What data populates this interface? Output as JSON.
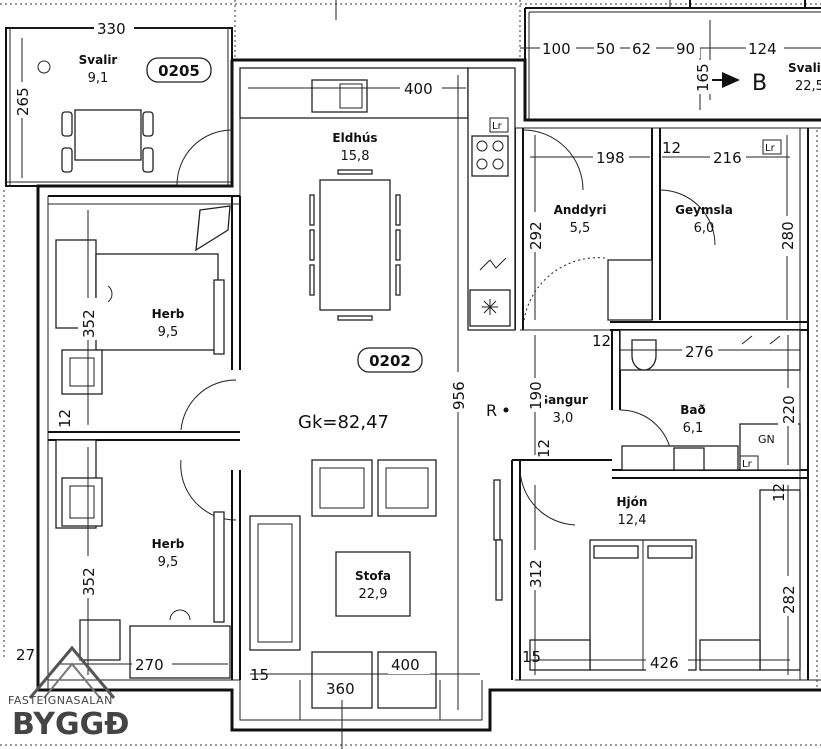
{
  "rooms": {
    "svalir_left": {
      "name": "Svalir",
      "area": "9,1",
      "id": "0205"
    },
    "svalir_right": {
      "name": "Svalir",
      "area": "22,5"
    },
    "eldhus": {
      "name": "Eldhús",
      "area": "15,8"
    },
    "anddyri": {
      "name": "Anddyri",
      "area": "5,5"
    },
    "geymsla": {
      "name": "Geymsla",
      "area": "6,0"
    },
    "herb_top": {
      "name": "Herb",
      "area": "9,5"
    },
    "herb_bottom": {
      "name": "Herb",
      "area": "9,5"
    },
    "gangur": {
      "name": "Gangur",
      "area": "3,0"
    },
    "bad": {
      "name": "Bað",
      "area": "6,1"
    },
    "hjon": {
      "name": "Hjón",
      "area": "12,4"
    },
    "stofa": {
      "name": "Stofa",
      "area": "22,9"
    }
  },
  "apartment": {
    "id": "0202",
    "gross_area": "Gk=82,47"
  },
  "dimensions": {
    "d330": "330",
    "d265": "265",
    "d400_top": "400",
    "d198": "198",
    "d12_a": "12",
    "d216": "216",
    "d292": "292",
    "d280": "280",
    "d352_top": "352",
    "d12_b": "12",
    "d12_c": "12",
    "d276": "276",
    "d956": "956",
    "d190": "190",
    "d220": "220",
    "d12_d": "12",
    "d12_e": "12",
    "d352_bottom": "352",
    "d312": "312",
    "d282": "282",
    "d27": "27",
    "d270": "270",
    "d15_left": "15",
    "d400_bottom": "400",
    "d360": "360",
    "d15_right": "15",
    "d426": "426",
    "d165": "165",
    "top_chain": [
      "100",
      "50",
      "62",
      "90",
      "124"
    ]
  },
  "section_marker": "B",
  "labels": {
    "radiator": "R",
    "lr_1": "Lr",
    "lr_2": "Lr",
    "lr_3": "Lr",
    "gn": "GN"
  },
  "logo": {
    "line1": "FASTEIGNASALAN",
    "line2": "BYGGÐ"
  }
}
